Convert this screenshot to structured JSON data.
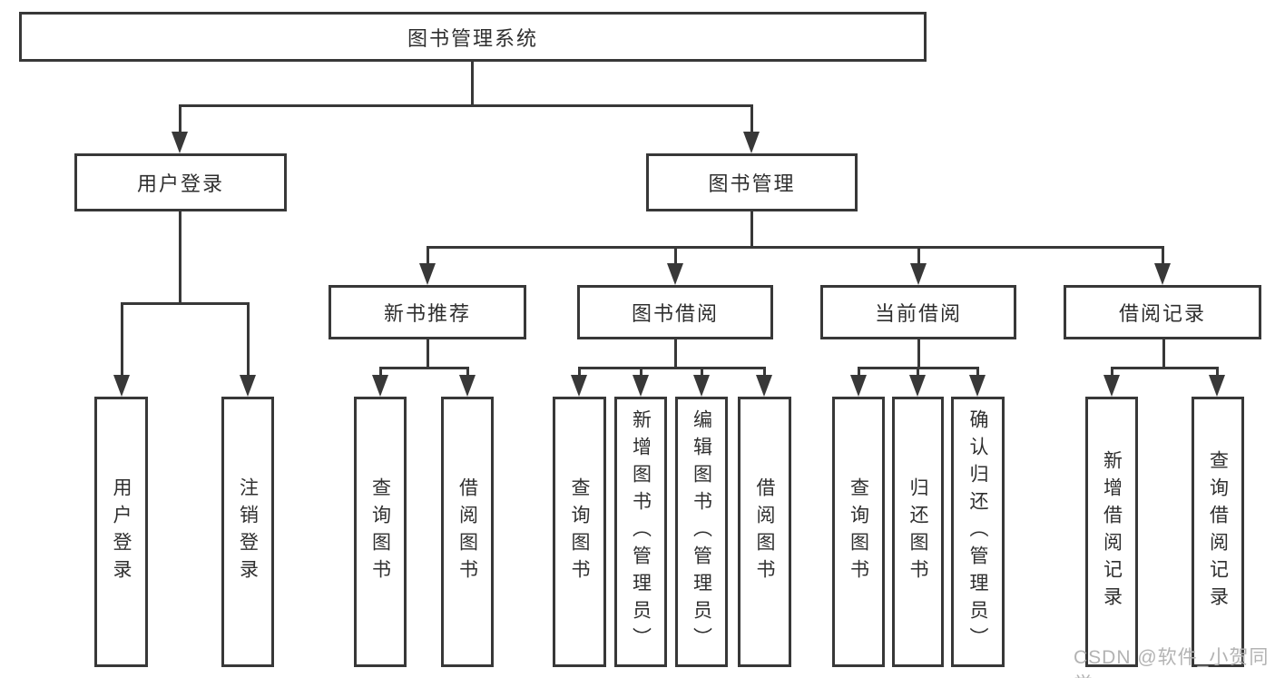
{
  "diagram": {
    "title": "图书管理系统",
    "level2": {
      "user_login": "用户登录",
      "book_mgmt": "图书管理"
    },
    "level3": {
      "new_book": "新书推荐",
      "book_borrow": "图书借阅",
      "current_borrow": "当前借阅",
      "borrow_record": "借阅记录"
    },
    "leaves": {
      "user_login": [
        "用户登录",
        "注销登录"
      ],
      "new_book": [
        "查询图书",
        "借阅图书"
      ],
      "book_borrow": [
        "查询图书",
        "新增图书（管理员）",
        "编辑图书（管理员）",
        "借阅图书"
      ],
      "current_borrow": [
        "查询图书",
        "归还图书",
        "确认归还（管理员）"
      ],
      "borrow_record": [
        "新增借阅记录",
        "查询借阅记录"
      ]
    }
  },
  "watermark": {
    "text": "CSDN @软件_小贺同学"
  },
  "colors": {
    "line": "#383838",
    "text": "#2f2f2f",
    "watermark": "#b3b3b3",
    "background": "#ffffff"
  }
}
